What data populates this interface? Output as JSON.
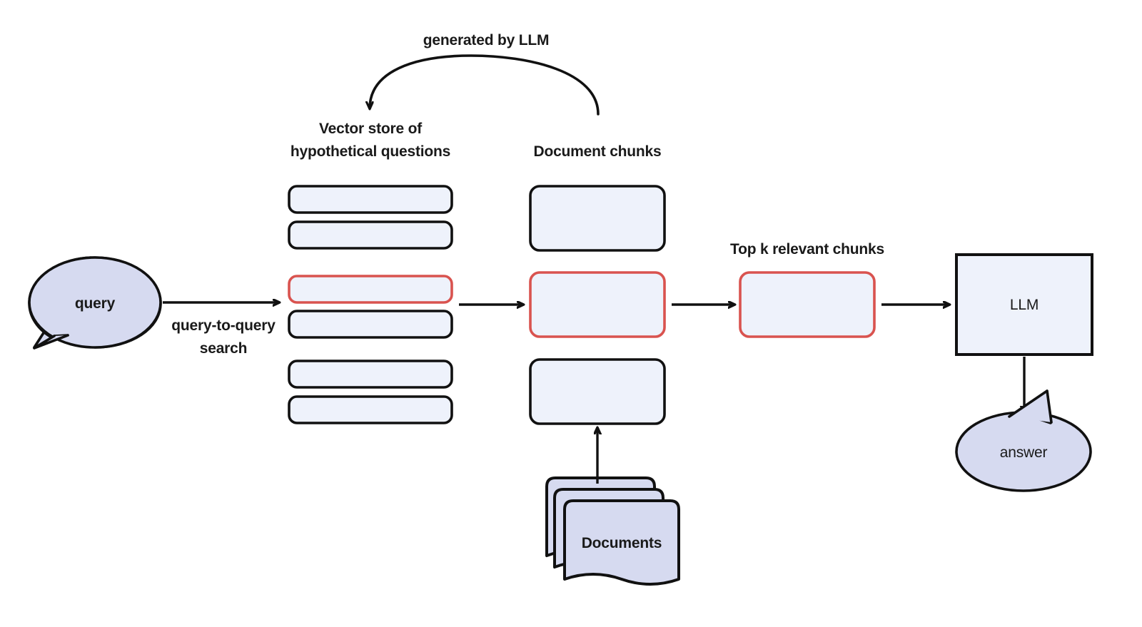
{
  "diagram": {
    "title": "RAG with hypothetical question index",
    "background": "#ffffff",
    "colors": {
      "box_fill": "#eef2fb",
      "box_stroke": "#111111",
      "highlight_stroke": "#d9534f",
      "bubble_fill": "#d6daf0",
      "doc_fill": "#d6daf0",
      "text": "#1a1a1a"
    },
    "labels": {
      "generated_by_llm": "generated by LLM",
      "vector_store_line1": "Vector store of",
      "vector_store_line2": "hypothetical questions",
      "document_chunks": "Document chunks",
      "top_k": "Top k relevant chunks",
      "query_to_query_line1": "query-to-query",
      "query_to_query_line2": "search"
    },
    "nodes": {
      "query": "query",
      "llm": "LLM",
      "answer": "answer",
      "documents": "Documents"
    },
    "vector_store_items": [
      {
        "id": "hq-1",
        "highlighted": false
      },
      {
        "id": "hq-2",
        "highlighted": false
      },
      {
        "id": "hq-3",
        "highlighted": true
      },
      {
        "id": "hq-4",
        "highlighted": false
      },
      {
        "id": "hq-5",
        "highlighted": false
      },
      {
        "id": "hq-6",
        "highlighted": false
      }
    ],
    "document_chunk_items": [
      {
        "id": "chunk-1",
        "highlighted": false
      },
      {
        "id": "chunk-2",
        "highlighted": true
      },
      {
        "id": "chunk-3",
        "highlighted": false
      }
    ],
    "top_k_items": [
      {
        "id": "topk-1",
        "highlighted": true
      }
    ],
    "edges": [
      {
        "id": "query-to-vector-store",
        "label": "query-to-query search"
      },
      {
        "id": "vector-store-to-chunks",
        "label": ""
      },
      {
        "id": "chunks-to-topk",
        "label": ""
      },
      {
        "id": "topk-to-llm",
        "label": ""
      },
      {
        "id": "llm-to-answer",
        "label": ""
      },
      {
        "id": "documents-to-chunks",
        "label": ""
      },
      {
        "id": "chunks-to-vector-store-curved",
        "label": "generated by LLM"
      }
    ]
  }
}
